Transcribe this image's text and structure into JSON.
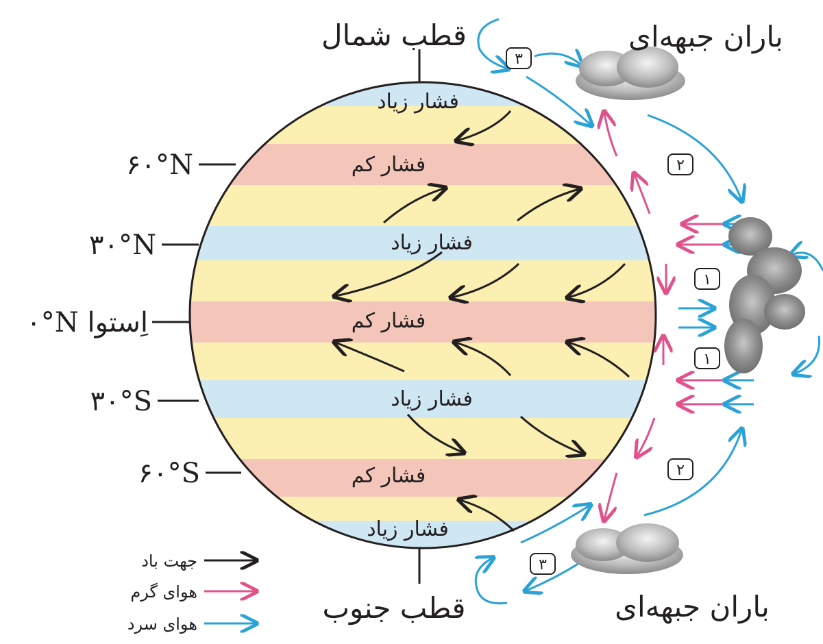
{
  "poles": {
    "north": "قطب شمال",
    "south": "قطب جنوب"
  },
  "latitudes": {
    "n60": "۶۰°N",
    "n30": "۳۰°N",
    "equator": "۰°N  اِستوا",
    "s30": "۳۰°S",
    "s60": "۶۰°S"
  },
  "bands": {
    "high_n_polar": "فشار زیاد",
    "low_n60": "فشار کم",
    "high_n30": "فشار زیاد",
    "low_equator": "فشار کم",
    "high_s30": "فشار زیاد",
    "low_s60": "فشار کم",
    "high_s_polar": "فشار زیاد"
  },
  "rain": {
    "north": "باران جبهه‌ای",
    "south": "باران جبهه‌ای"
  },
  "cells": {
    "c1_upper": "۱",
    "c1_lower": "۱",
    "c2_upper": "۲",
    "c2_lower": "۲",
    "c3_upper": "۳",
    "c3_lower": "۳"
  },
  "legend": {
    "wind": "جهت باد",
    "warm": "هوای گرم",
    "cold": "هوای سرد"
  },
  "colors": {
    "high_pressure_band": "#cfe6f3",
    "low_pressure_band": "#f4c6b9",
    "neutral_band": "#fbf0b2",
    "wind_arrow": "#231f20",
    "warm_air": "#e0528c",
    "cold_air": "#2aa2d8"
  }
}
